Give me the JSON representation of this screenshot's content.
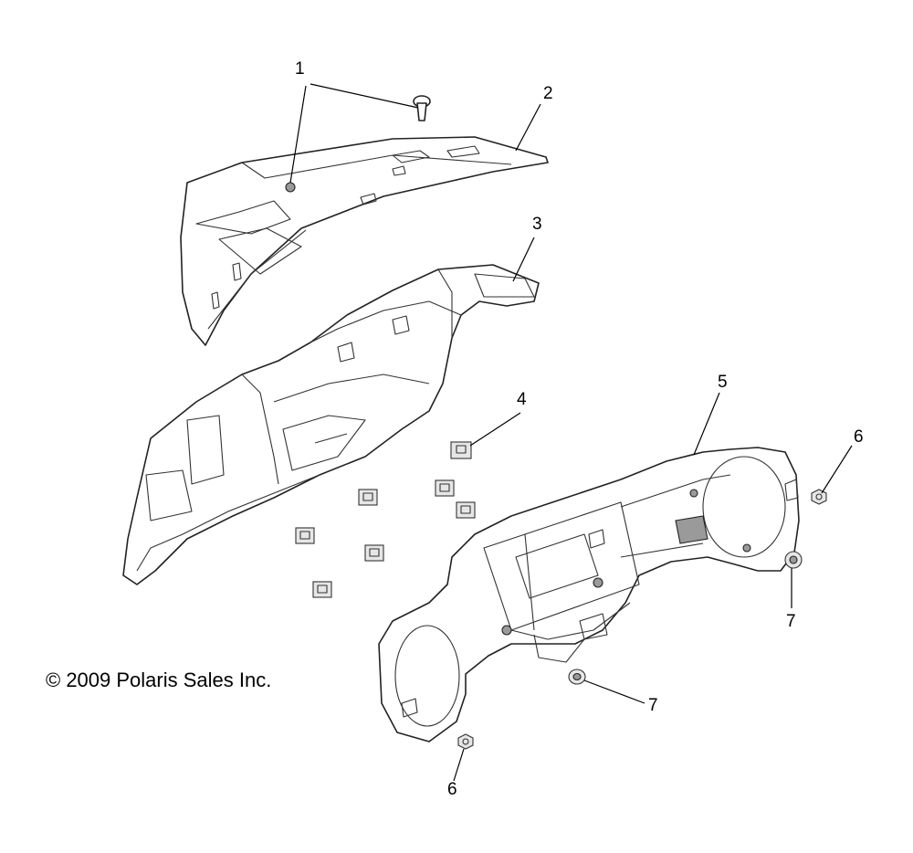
{
  "copyright": "© 2009 Polaris Sales Inc.",
  "callouts": [
    {
      "id": "1",
      "label": "1"
    },
    {
      "id": "2",
      "label": "2"
    },
    {
      "id": "3",
      "label": "3"
    },
    {
      "id": "4",
      "label": "4"
    },
    {
      "id": "5",
      "label": "5"
    },
    {
      "id": "6a",
      "label": "6"
    },
    {
      "id": "6b",
      "label": "6"
    },
    {
      "id": "7a",
      "label": "7"
    },
    {
      "id": "7b",
      "label": "7"
    }
  ]
}
